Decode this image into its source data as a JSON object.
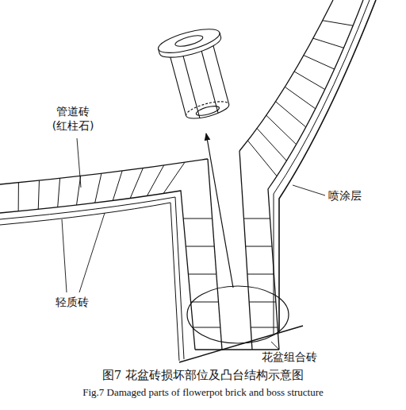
{
  "diagram": {
    "caption": "图7 花盆砖损坏部位及凸台结构示意图",
    "labels": [
      "管道砖 (红柱石)",
      "轻质砖",
      "喷涂层",
      "花盆组合砖",
      "Fig.7 Damaged parts of flowerpot brick and boss structure"
    ]
  }
}
